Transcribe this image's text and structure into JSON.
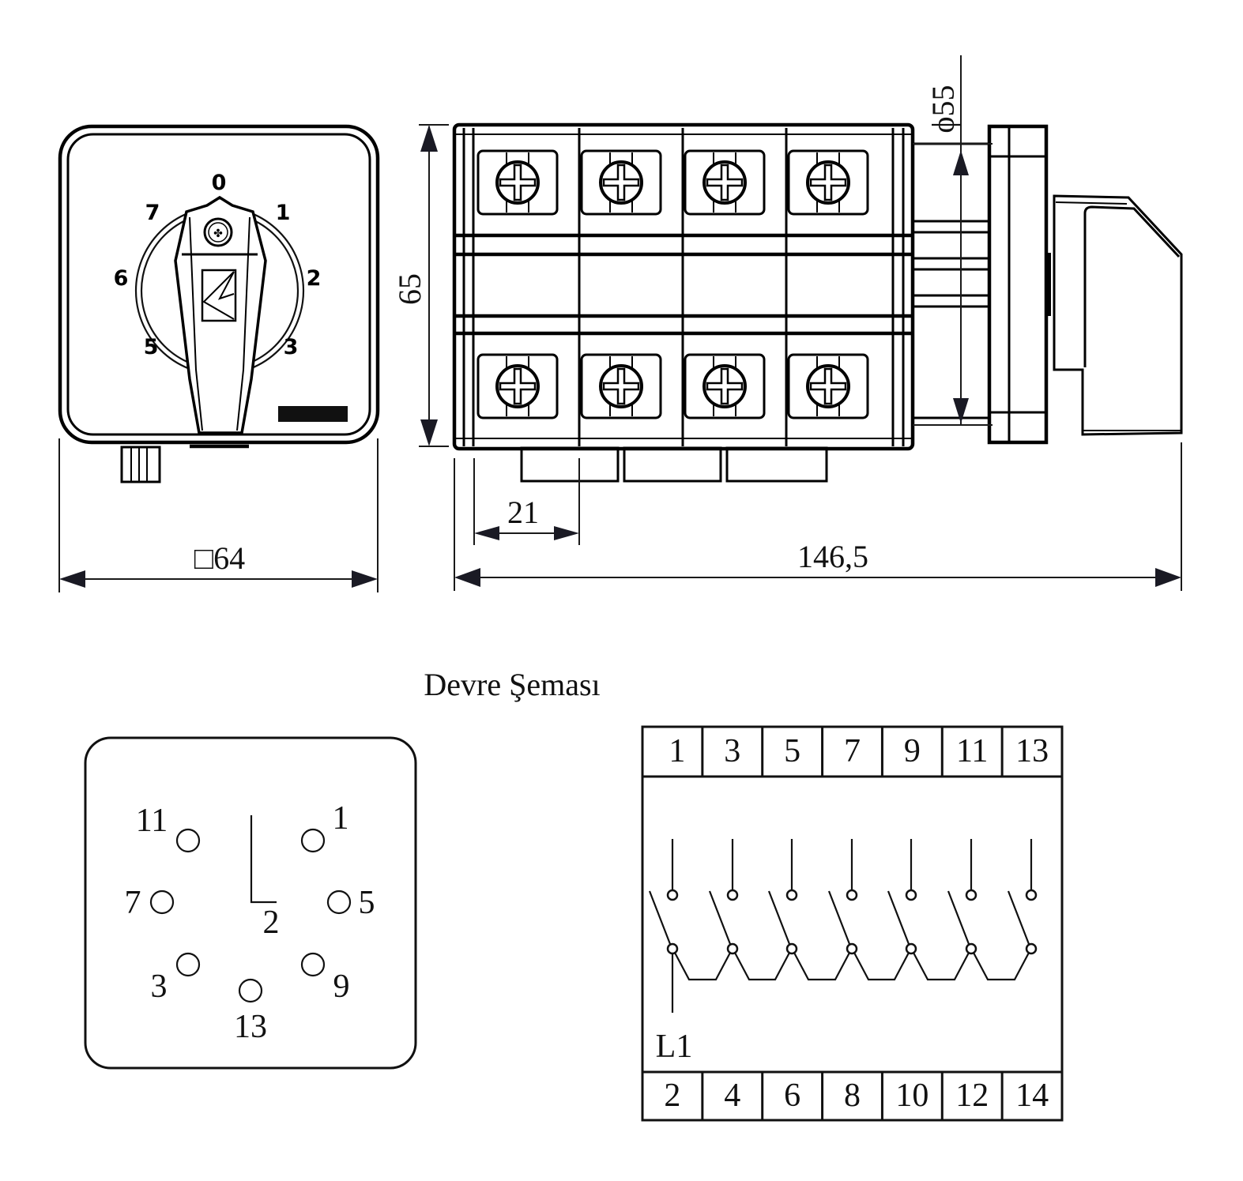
{
  "title": "Devre Şeması",
  "dimensions": {
    "front_width": "□64",
    "height": "65",
    "diameter": "ϕ55",
    "pitch": "21",
    "total_length": "146,5"
  },
  "front_view": {
    "dial_positions": [
      "0",
      "1",
      "2",
      "3",
      "5",
      "6",
      "7"
    ],
    "dial_labels": {
      "p0": "0",
      "p1": "1",
      "p2": "2",
      "p3": "3",
      "p5": "5",
      "p6": "6",
      "p7": "7"
    }
  },
  "side_view": {
    "terminal_rows": 2,
    "terminals_per_row": 4
  },
  "terminal_layout": {
    "labels": {
      "t11": "11",
      "t1": "1",
      "t7": "7",
      "t5": "5",
      "t2": "2",
      "t3": "3",
      "t9": "9",
      "t13": "13"
    }
  },
  "circuit_schematic": {
    "top_terminals": [
      "1",
      "3",
      "5",
      "7",
      "9",
      "11",
      "13"
    ],
    "bottom_terminals": [
      "2",
      "4",
      "6",
      "8",
      "10",
      "12",
      "14"
    ],
    "input_label": "L1",
    "contacts": 7
  }
}
